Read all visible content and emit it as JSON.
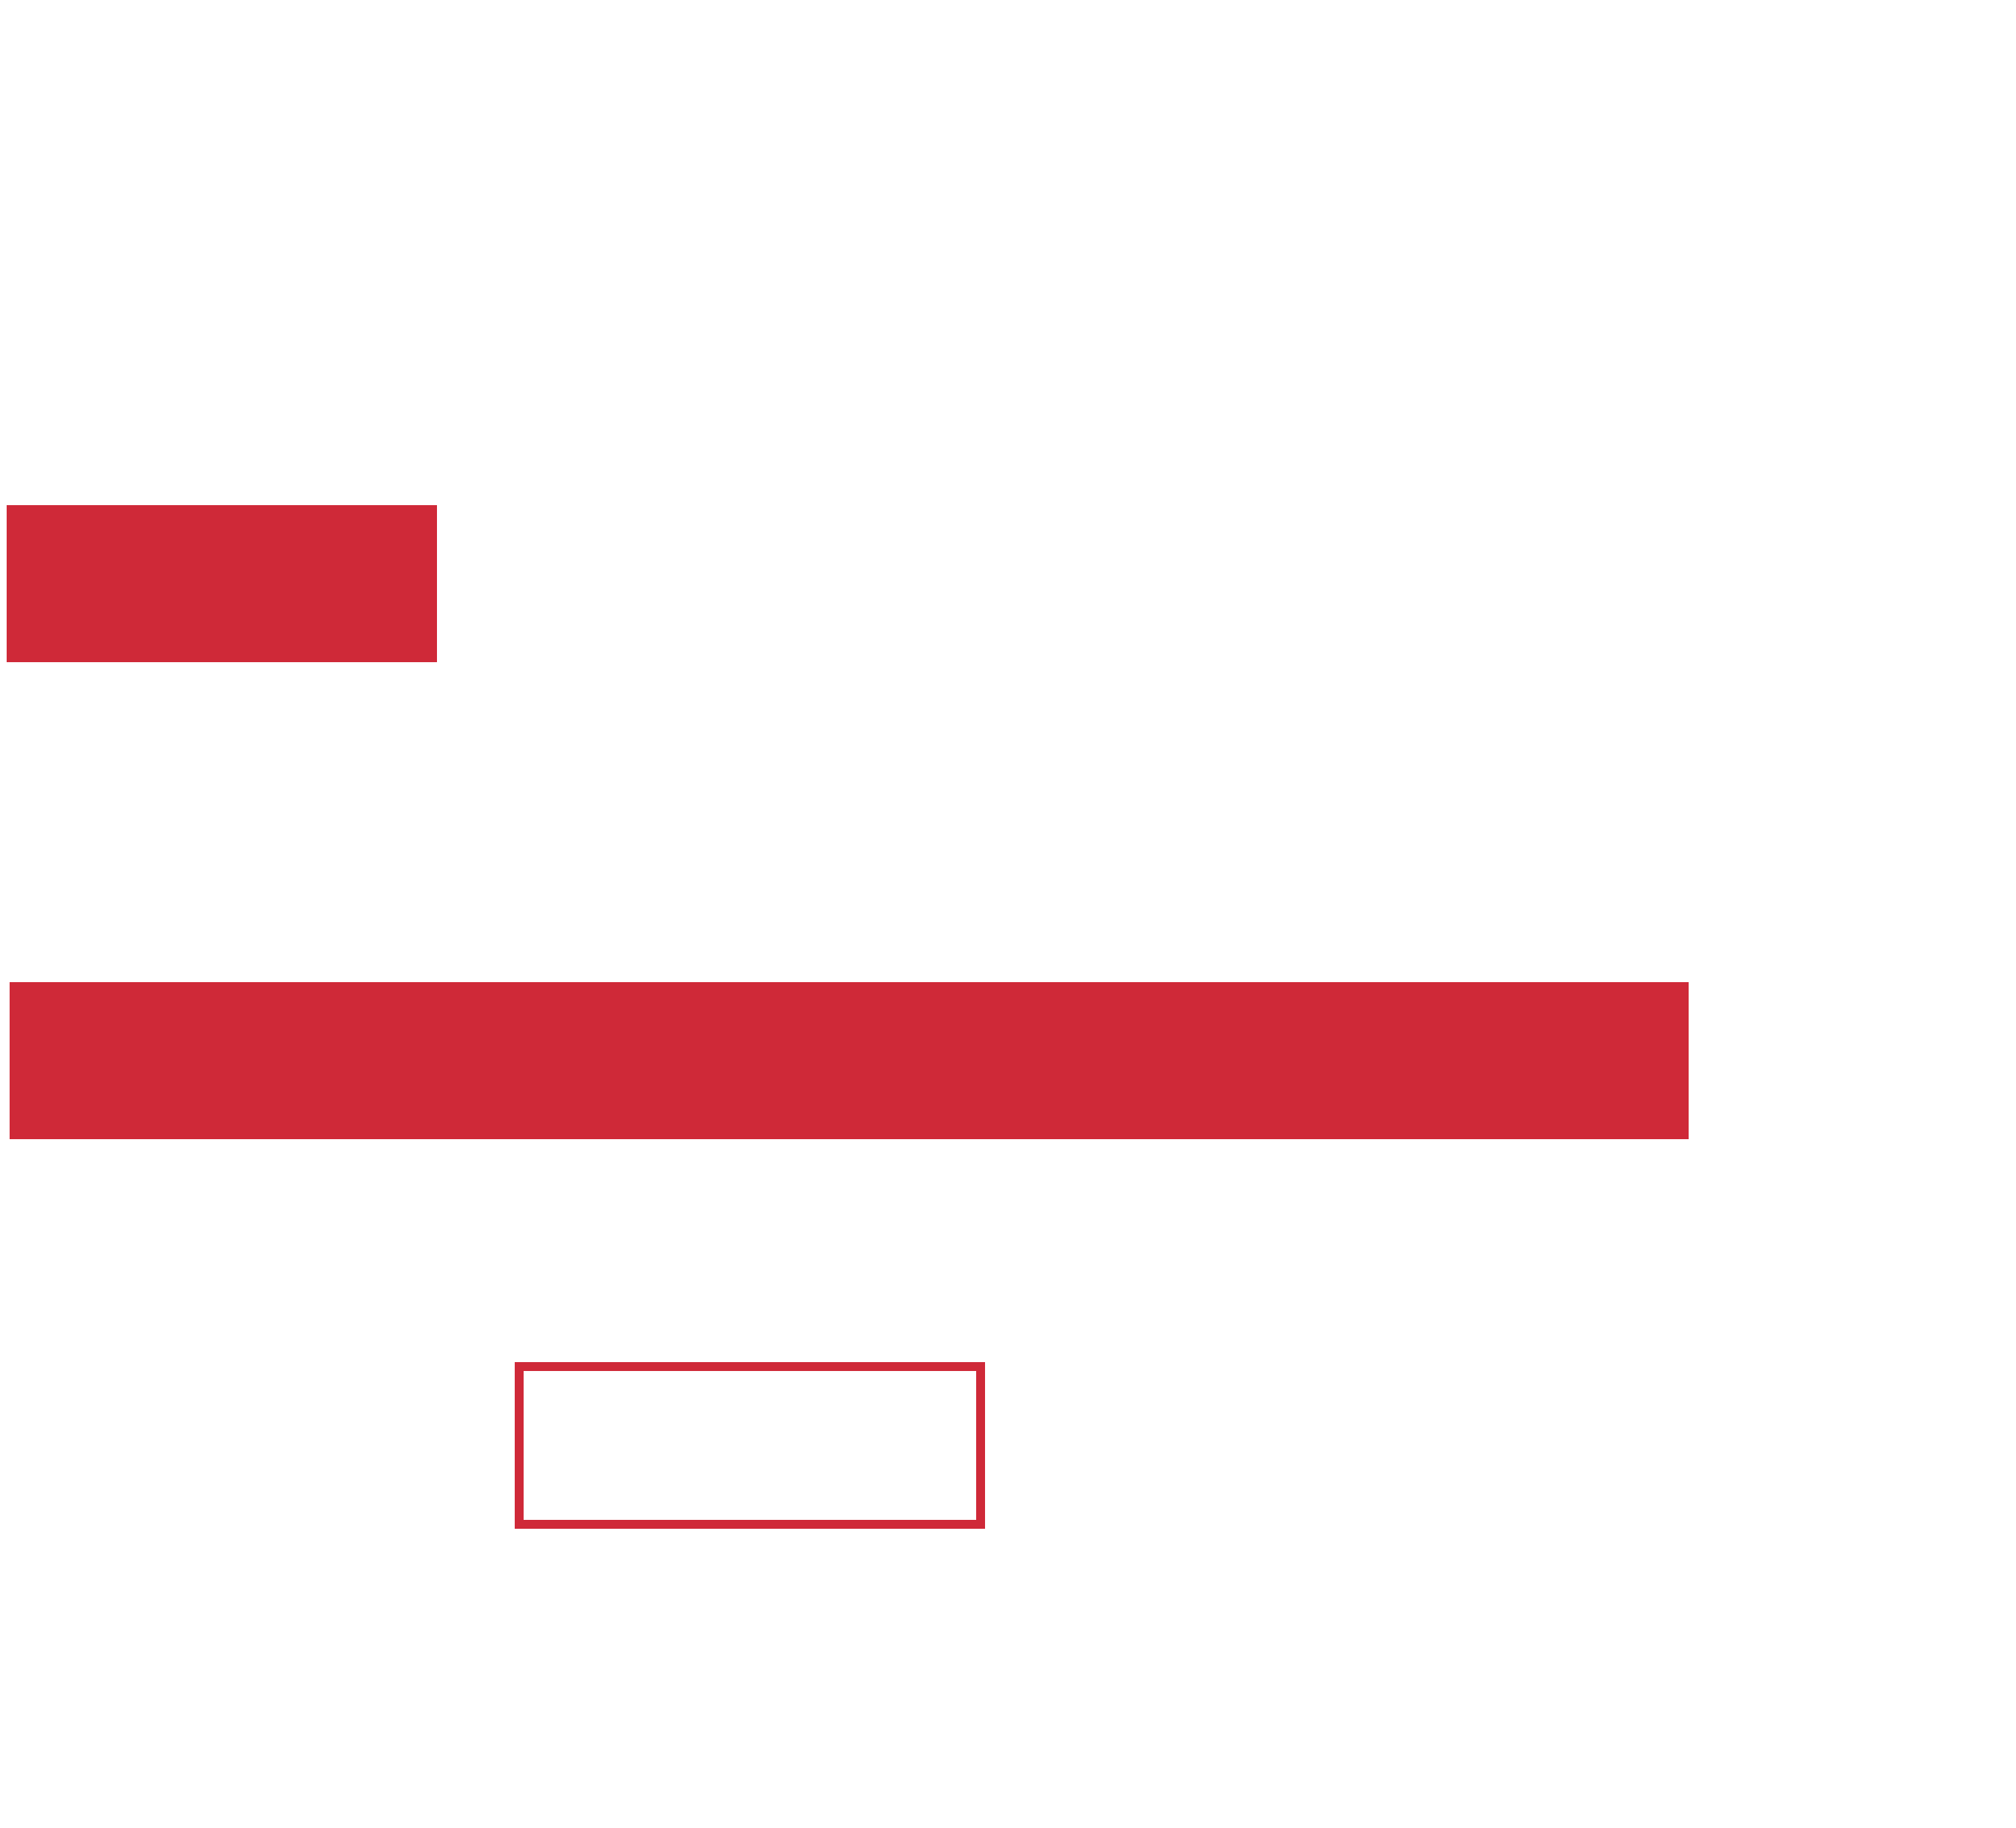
{
  "colors": {
    "background": "#ffffff",
    "accent": "#cf2938"
  },
  "shapes": [
    {
      "name": "top-red-bar",
      "style": "filled"
    },
    {
      "name": "middle-red-bar",
      "style": "filled"
    },
    {
      "name": "outlined-red-box",
      "style": "outline"
    }
  ]
}
